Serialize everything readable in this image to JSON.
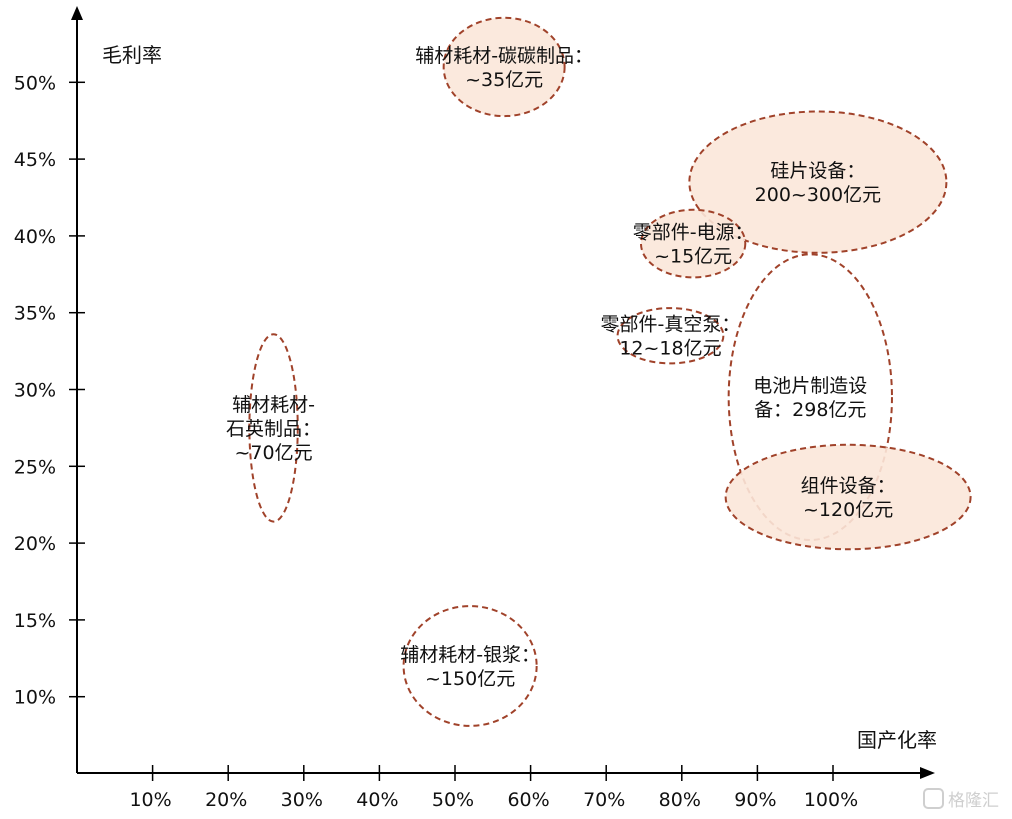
{
  "chart_data": {
    "type": "scatter",
    "title": "",
    "xlabel": "国产化率",
    "ylabel": "毛利率",
    "x_ticks": [
      "10%",
      "20%",
      "30%",
      "40%",
      "50%",
      "60%",
      "70%",
      "80%",
      "90%",
      "100%"
    ],
    "y_ticks": [
      "10%",
      "15%",
      "20%",
      "25%",
      "30%",
      "35%",
      "40%",
      "45%",
      "50%"
    ],
    "xlim": [
      0,
      110
    ],
    "ylim": [
      5,
      55
    ],
    "grid": false,
    "points": [
      {
        "lines": [
          "辅材耗材-碳碳制品：",
          "~35亿元"
        ],
        "x": 56.5,
        "y": 51,
        "rx": 8,
        "ry": 3.2,
        "filled": true
      },
      {
        "lines": [
          "硅片设备：",
          "200~300亿元"
        ],
        "x": 98,
        "y": 43.5,
        "rx": 17,
        "ry": 4.6,
        "filled": true
      },
      {
        "lines": [
          "零部件-电源：",
          "~15亿元"
        ],
        "x": 81.5,
        "y": 39.5,
        "rx": 6.9,
        "ry": 2.2,
        "filled": true
      },
      {
        "lines": [
          "零部件-真空泵：",
          "12~18亿元"
        ],
        "x": 78.5,
        "y": 33.5,
        "rx": 7.0,
        "ry": 1.8,
        "filled": false
      },
      {
        "lines": [
          "电池片制造设",
          "备：298亿元"
        ],
        "x": 97,
        "y": 29.5,
        "rx": 10.8,
        "ry": 9.3,
        "filled": false
      },
      {
        "lines": [
          "组件设备：",
          "~120亿元"
        ],
        "x": 102,
        "y": 23,
        "rx": 16.2,
        "ry": 3.4,
        "filled": true
      },
      {
        "lines": [
          "辅材耗材-",
          "石英制品：",
          "~70亿元"
        ],
        "x": 26,
        "y": 27.5,
        "rx": 3.2,
        "ry": 6.1,
        "filled": false
      },
      {
        "lines": [
          "辅材耗材-银浆：",
          "~150亿元"
        ],
        "x": 52,
        "y": 12,
        "rx": 8.8,
        "ry": 3.9,
        "filled": false
      }
    ]
  },
  "watermark": "格隆汇",
  "colors": {
    "axis": "#000000",
    "bubble_stroke": "#a0422a",
    "bubble_fill": "#fbe7d9"
  }
}
